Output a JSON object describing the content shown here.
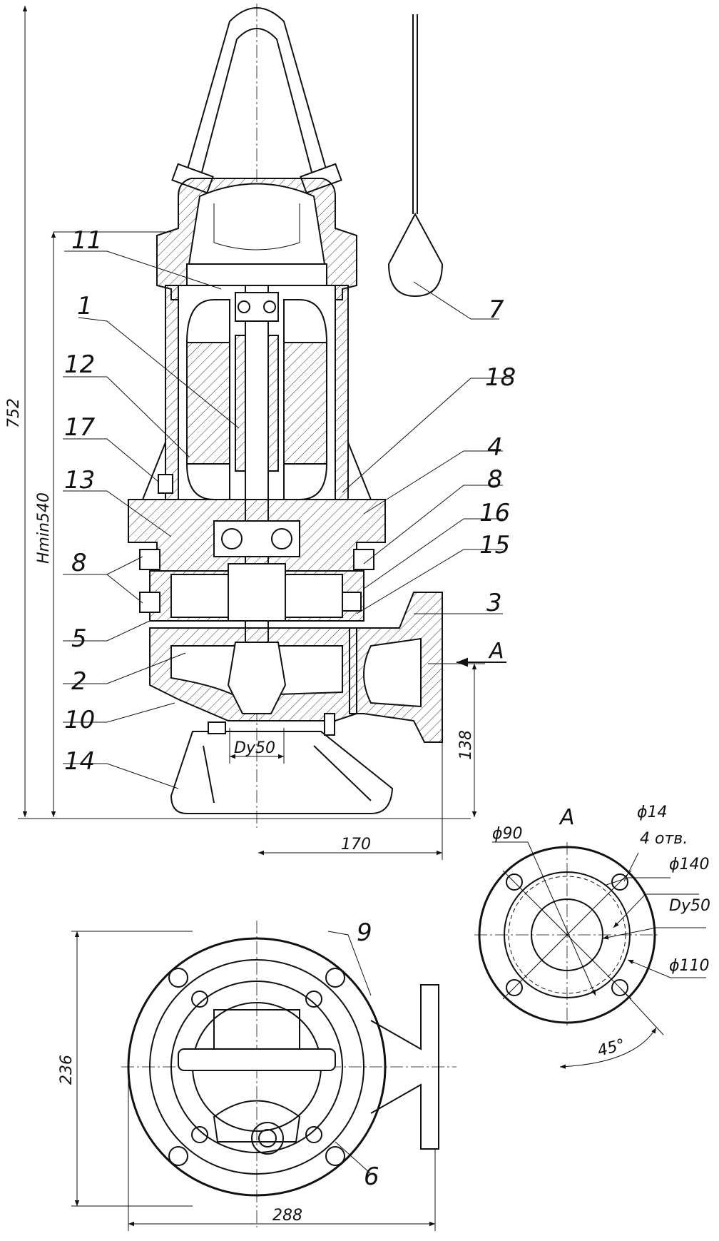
{
  "callouts": {
    "c1": "1",
    "c2": "2",
    "c3": "3",
    "c4": "4",
    "c5": "5",
    "c6": "6",
    "c7": "7",
    "c8a": "8",
    "c8b": "8",
    "c9": "9",
    "c10": "10",
    "c11": "11",
    "c12": "12",
    "c13": "13",
    "c14": "14",
    "c15": "15",
    "c16": "16",
    "c17": "17",
    "c18": "18"
  },
  "dimensions": {
    "overall_height": "752",
    "hmin": "Hmin540",
    "outlet_height": "138",
    "outlet_offset": "170",
    "inlet_dn": "Dy50",
    "plan_height": "236",
    "plan_width": "288"
  },
  "view_a": {
    "section_mark": "A",
    "view_title": "A",
    "d90": "ϕ90",
    "d14": "ϕ14",
    "holes": "4 отв.",
    "d140": "ϕ140",
    "dn": "Dy50",
    "d110": "ϕ110",
    "angle": "45°"
  }
}
